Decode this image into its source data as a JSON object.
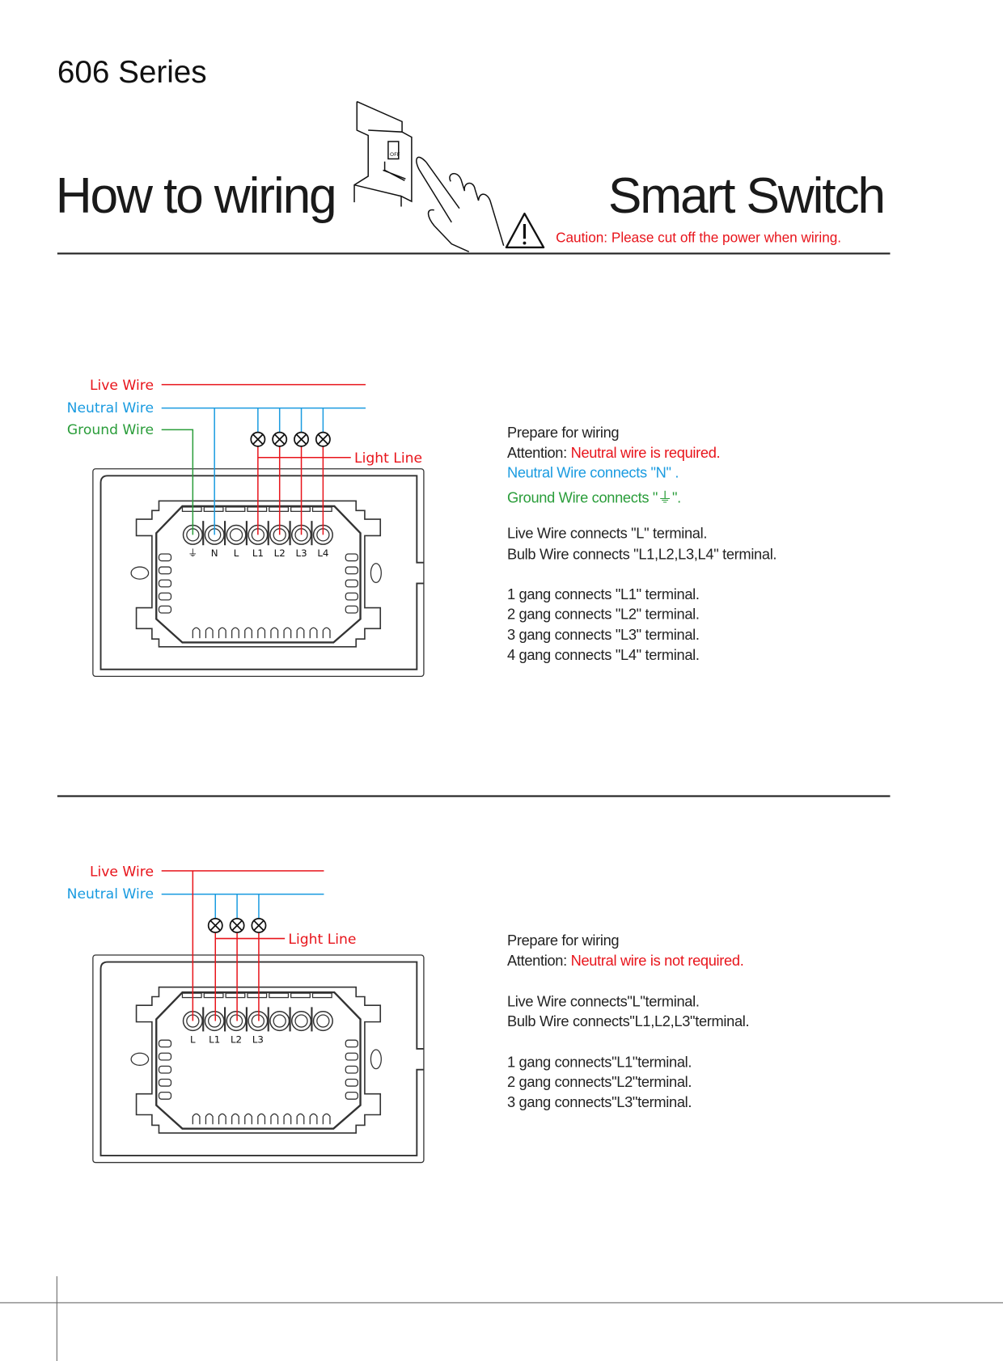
{
  "header": {
    "series": "606 Series",
    "title_left": "How to wiring",
    "title_right": "Smart Switch",
    "caution": "Caution: Please cut off the power when wiring.",
    "breaker_label": "OFF"
  },
  "colors": {
    "live": "#e8141b",
    "neutral": "#1a9be0",
    "ground": "#2a9d3a"
  },
  "diagram1": {
    "labels": {
      "live": "Live Wire",
      "neutral": "Neutral Wire",
      "ground": "Ground Wire",
      "light": "Light Line"
    },
    "terminals": [
      "⏚",
      "N",
      "L",
      "L1",
      "L2",
      "L3",
      "L4"
    ],
    "instructions": {
      "prepare": "Prepare for wiring",
      "attention": "Attention: ",
      "attention_note": "Neutral wire is required.",
      "neutral": "Neutral Wire connects \"N\" .",
      "ground": "Ground Wire connects \"⏚\".",
      "live": "Live Wire connects \"L\" terminal.",
      "bulb": "Bulb Wire connects \"L1,L2,L3,L4\" terminal.",
      "gangs": [
        "1 gang connects \"L1\" terminal.",
        "2 gang connects \"L2\" terminal.",
        "3 gang connects \"L3\" terminal.",
        "4 gang connects \"L4\" terminal."
      ]
    }
  },
  "diagram2": {
    "labels": {
      "live": "Live Wire",
      "neutral": "Neutral Wire",
      "light": "Light Line"
    },
    "terminals": [
      "L",
      "L1",
      "L2",
      "L3",
      "",
      "",
      ""
    ],
    "instructions": {
      "prepare": "Prepare for wiring",
      "attention": "Attention: ",
      "attention_note": "Neutral wire is not required.",
      "live": "Live Wire connects\"L\"terminal.",
      "bulb": "Bulb Wire connects\"L1,L2,L3\"terminal.",
      "gangs": [
        "1 gang connects\"L1\"terminal.",
        "2 gang connects\"L2\"terminal.",
        "3 gang connects\"L3\"terminal."
      ]
    }
  }
}
